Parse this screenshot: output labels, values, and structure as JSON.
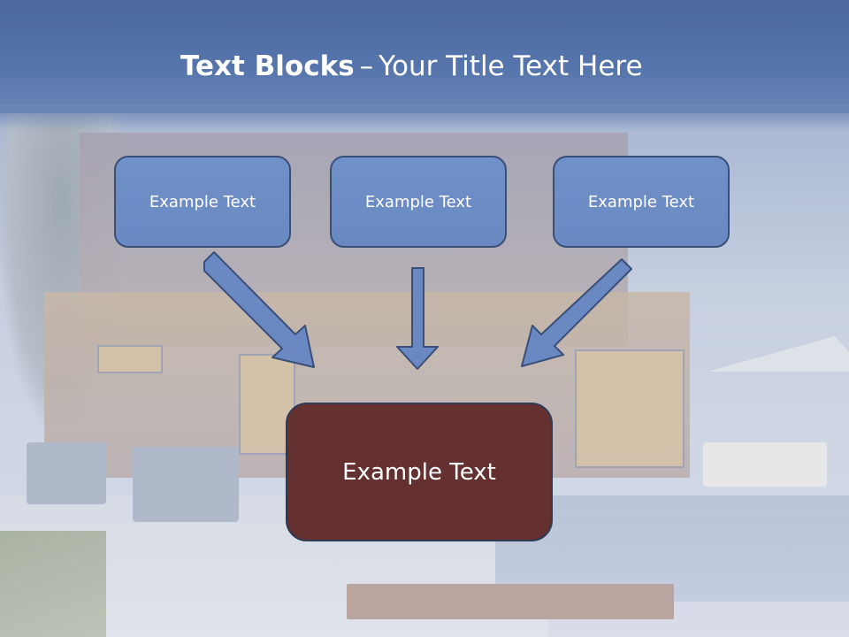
{
  "slide": {
    "title_bold": "Text Blocks",
    "title_dash": "–",
    "title_rest": "Your Title Text Here"
  },
  "blocks": {
    "top": [
      {
        "label": "Example Text"
      },
      {
        "label": "Example Text"
      },
      {
        "label": "Example Text"
      }
    ],
    "bottom": {
      "label": "Example Text"
    }
  },
  "colors": {
    "header": "#5575ac",
    "top_box_fill": "#6a89c2",
    "bottom_box_fill": "#653030",
    "arrow_fill": "#6a89c2",
    "arrow_stroke": "#3a4f78"
  }
}
